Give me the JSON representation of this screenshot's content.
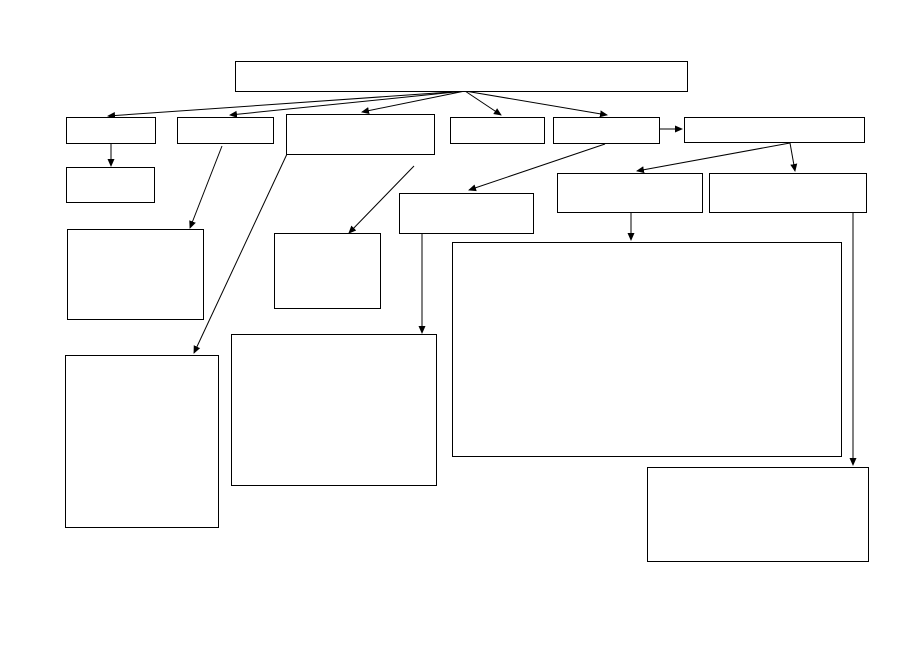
{
  "diagram": {
    "stroke_color": "#000000",
    "background_color": "#ffffff",
    "boxes": [
      {
        "id": "root",
        "text": ""
      },
      {
        "id": "l1-a",
        "text": ""
      },
      {
        "id": "l1-b",
        "text": ""
      },
      {
        "id": "l1-c",
        "text": ""
      },
      {
        "id": "l1-d",
        "text": ""
      },
      {
        "id": "l1-e",
        "text": ""
      },
      {
        "id": "l1-f",
        "text": ""
      },
      {
        "id": "a-child",
        "text": ""
      },
      {
        "id": "b-child",
        "text": ""
      },
      {
        "id": "c-child-small",
        "text": ""
      },
      {
        "id": "c-child-tall",
        "text": ""
      },
      {
        "id": "e-child",
        "text": ""
      },
      {
        "id": "e-grandchild",
        "text": ""
      },
      {
        "id": "f-child-left",
        "text": ""
      },
      {
        "id": "f-child-right",
        "text": ""
      },
      {
        "id": "f-left-large",
        "text": ""
      },
      {
        "id": "f-right-bottom",
        "text": ""
      }
    ]
  }
}
